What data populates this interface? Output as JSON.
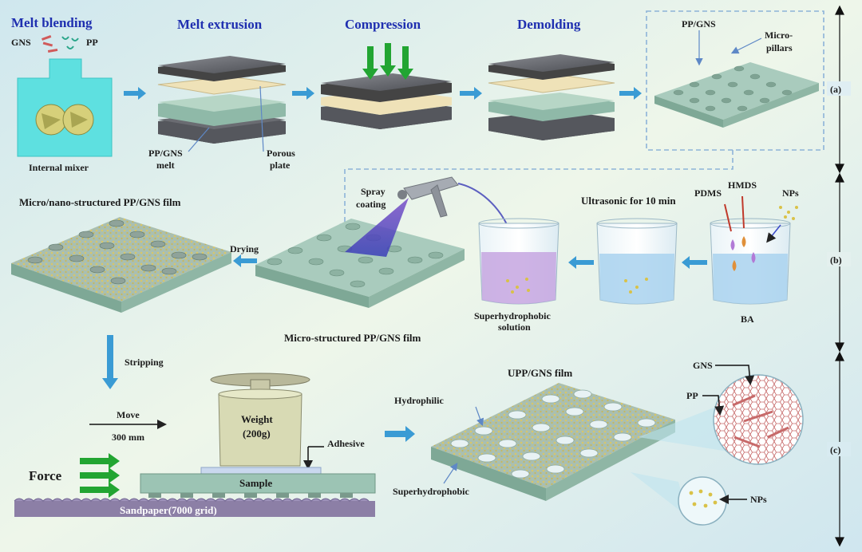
{
  "stage_a": {
    "step1": "Melt blending",
    "step2": "Melt extrusion",
    "step3": "Compression",
    "step4": "Demolding",
    "gns": "GNS",
    "pp": "PP",
    "internal_mixer": "Internal mixer",
    "melt_l1": "PP/GNS",
    "melt_l2": "melt",
    "porous_l1": "Porous",
    "porous_l2": "plate",
    "ppgns": "PP/GNS",
    "micro_l1": "Micro-",
    "micro_l2": "pillars"
  },
  "stage_b": {
    "micro_nano_film": "Micro/nano-structured PP/GNS film",
    "drying": "Drying",
    "spray_l1": "Spray",
    "spray_l2": "coating",
    "ultrasonic": "Ultrasonic for 10 min",
    "pdms": "PDMS",
    "hmds": "HMDS",
    "nps": "NPs",
    "ba": "BA",
    "sh_sol_l1": "Superhydrophobic",
    "sh_sol_l2": "solution",
    "micro_film": "Micro-structured PP/GNS film"
  },
  "stage_c": {
    "stripping": "Stripping",
    "move": "Move",
    "distance": "300 mm",
    "weight_l1": "Weight",
    "weight_l2": "(200g)",
    "adhesive": "Adhesive",
    "force": "Force",
    "sample": "Sample",
    "sandpaper": "Sandpaper(7000 grid)",
    "upp_film": "UPP/GNS film",
    "hydrophilic": "Hydrophilic",
    "superhydrophobic": "Superhydrophobic",
    "gns": "GNS",
    "pp": "PP",
    "nps": "NPs"
  },
  "panel_labels": {
    "a": "(a)",
    "b": "(b)",
    "c": "(c)"
  },
  "colors": {
    "heading": "#1f2fb0",
    "arrow": "#3a9bd4",
    "film": "#9cc4b4",
    "plate_dark": "#4d4f55",
    "force_arrow": "#22a532"
  }
}
